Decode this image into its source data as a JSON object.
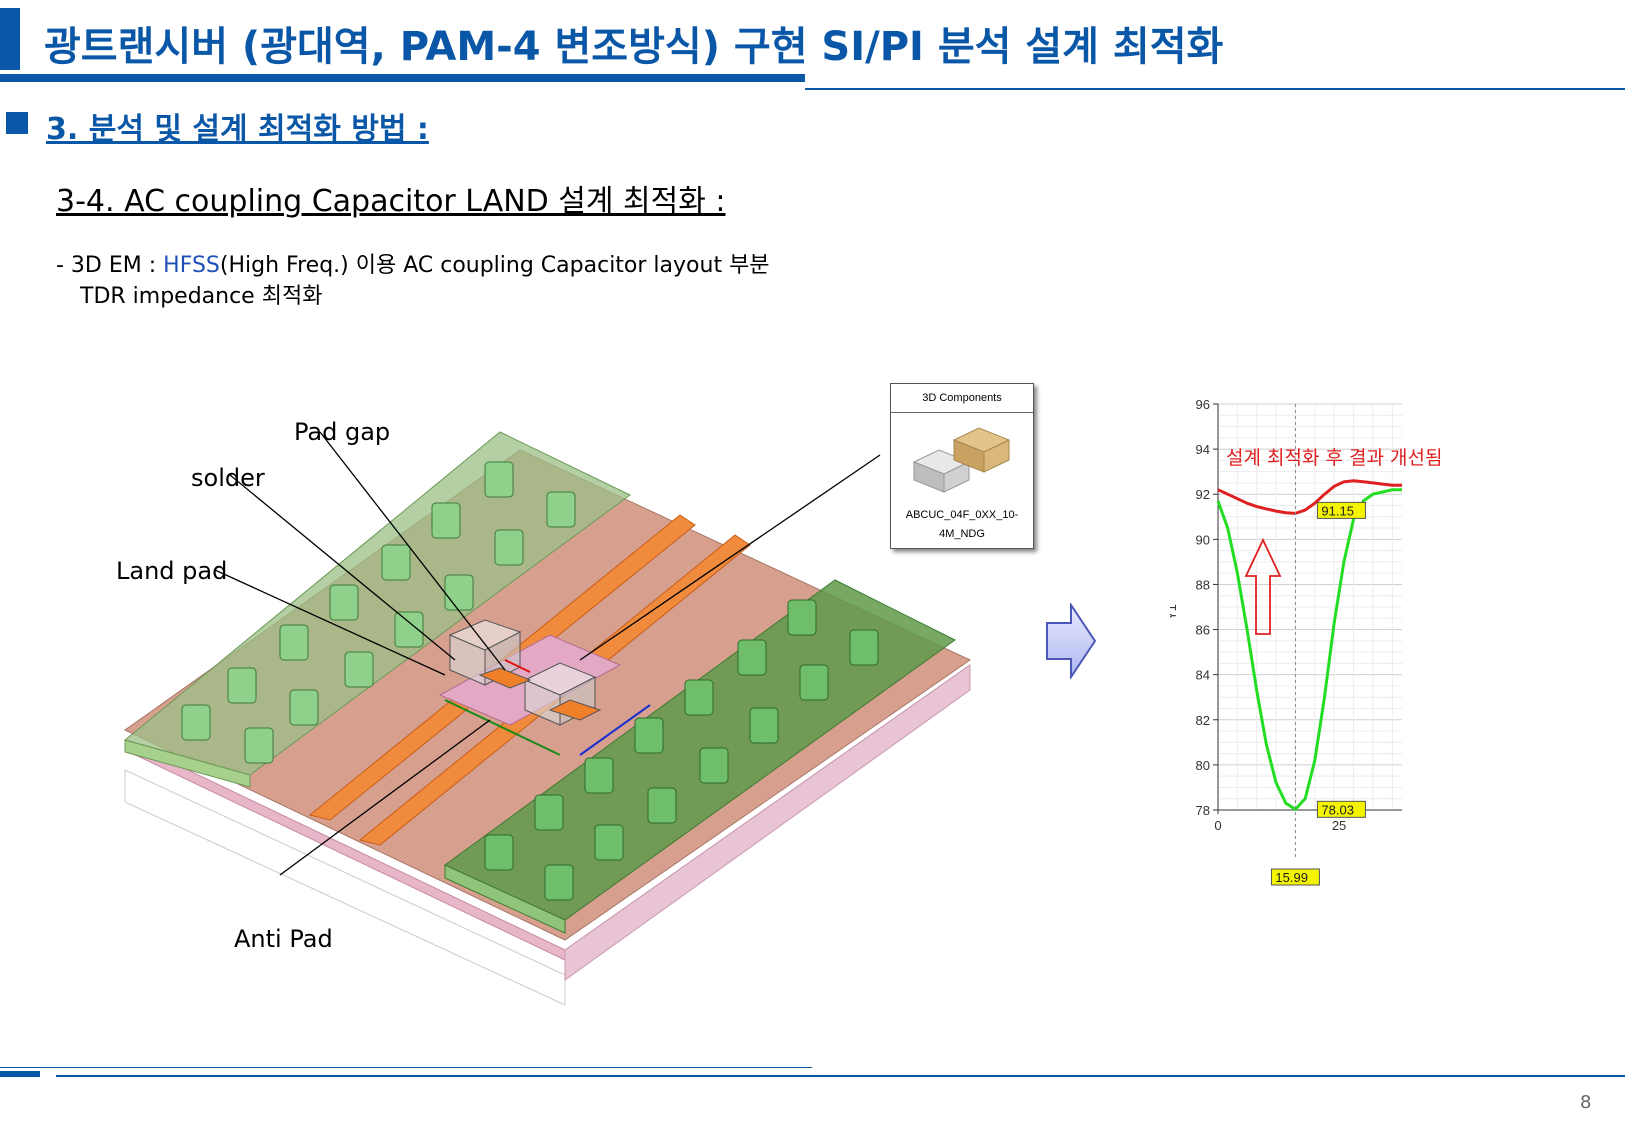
{
  "title": "광트랜시버 (광대역, PAM-4 변조방식) 구현 SI/PI 분석 설계 최적화",
  "section_heading": "3. 분석 및 설계 최적화 방법 :",
  "sub_heading": "3-4. AC coupling Capacitor LAND 설계 최적화 :",
  "description": {
    "prefix": "- 3D EM : ",
    "tool": "HFSS",
    "rest_line1": "(High Freq.) 이용 AC coupling Capacitor layout 부분",
    "line2": "TDR impedance 최적화"
  },
  "callouts": {
    "pad_gap": "Pad gap",
    "solder": "solder",
    "land_pad": "Land pad",
    "anti_pad": "Anti Pad"
  },
  "component_panel": {
    "header": "3D Components",
    "name_line1": "ABCUC_04F_0XX_10-",
    "name_line2": "4M_NDG"
  },
  "chart_data": {
    "type": "line",
    "ylabel": "Y1",
    "ylim": [
      78,
      96
    ],
    "yticks": [
      "78",
      "80",
      "82",
      "84",
      "86",
      "88",
      "90",
      "92",
      "94",
      "96"
    ],
    "xticks": [
      "0",
      "25"
    ],
    "annotation": "설계 최적화 후 결과 개선됨",
    "markers": {
      "x_marker": "15.99",
      "optimized_min": "91.15",
      "original_min": "78.03"
    },
    "colors": {
      "optimized": "#e02020",
      "original": "#22dd22",
      "annotation": "#e02020"
    },
    "series": [
      {
        "x": [
          0,
          2,
          4,
          6,
          8,
          10,
          12,
          14,
          15.99,
          18,
          20,
          22,
          24,
          26,
          28,
          30,
          32,
          34,
          36,
          38
        ],
        "values": [
          92.2,
          92.0,
          91.8,
          91.6,
          91.45,
          91.35,
          91.25,
          91.18,
          91.15,
          91.3,
          91.6,
          92.0,
          92.35,
          92.55,
          92.6,
          92.55,
          92.5,
          92.45,
          92.4,
          92.4
        ]
      },
      {
        "x": [
          0,
          2,
          4,
          6,
          8,
          10,
          12,
          14,
          15.99,
          18,
          20,
          22,
          24,
          26,
          28,
          30,
          32,
          34,
          36,
          38
        ],
        "values": [
          91.7,
          90.5,
          88.5,
          86.0,
          83.3,
          80.9,
          79.2,
          78.3,
          78.03,
          78.5,
          80.2,
          83.0,
          86.3,
          89.0,
          90.9,
          91.7,
          92.0,
          92.1,
          92.2,
          92.2
        ]
      }
    ]
  },
  "page_number": "8"
}
